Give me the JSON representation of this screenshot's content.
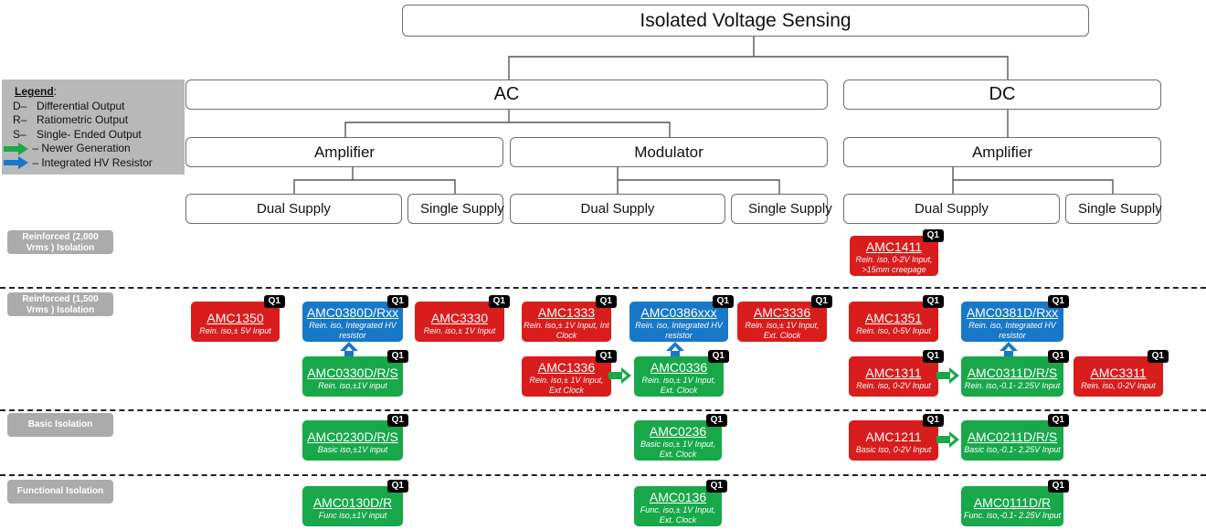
{
  "title": "Isolated Voltage Sensing",
  "level1": {
    "ac": "AC",
    "dc": "DC"
  },
  "level2": {
    "ac_amplifier": "Amplifier",
    "ac_modulator": "Modulator",
    "dc_amplifier": "Amplifier"
  },
  "level3": {
    "ac_amp_dual": "Dual Supply",
    "ac_amp_single": "Single Supply",
    "ac_mod_dual": "Dual Supply",
    "ac_mod_single": "Single Supply",
    "dc_amp_dual": "Dual Supply",
    "dc_amp_single": "Single Supply"
  },
  "legend": {
    "title": "Legend",
    "colon": ":",
    "d_key": "D–",
    "d_text": "Differential Output",
    "r_key": "R–",
    "r_text": "Ratiometric Output",
    "s_key": "S–",
    "s_text": "Single- Ended Output",
    "green_text": "–      Newer Generation",
    "blue_text": "–     Integrated HV Resistor"
  },
  "rows": {
    "reinforced_2000": "Reinforced (2,000 Vrms ) Isolation",
    "reinforced_1500": "Reinforced (1,500 Vrms ) Isolation",
    "basic": "Basic Isolation",
    "functional": "Functional Isolation"
  },
  "badge": "Q1",
  "colors": {
    "red": "#d91c1c",
    "blue": "#1878c8",
    "green": "#18a84a"
  },
  "devices": {
    "amc1411": {
      "name": "AMC1411",
      "desc": "Rein. iso, 0-2V Input, >15mm creepage"
    },
    "amc1350": {
      "name": "AMC1350",
      "desc": "Rein. iso,± 5V Input"
    },
    "amc0380": {
      "name": "AMC0380D/Rxx",
      "desc": "Rein. iso, Integrated HV resistor"
    },
    "amc3330": {
      "name": "AMC3330",
      "desc": "Rein. iso,± 1V Input"
    },
    "amc1333": {
      "name": "AMC1333",
      "desc": "Rein. iso,± 1V Input, Int Clock"
    },
    "amc0386": {
      "name": "AMC0386xxx",
      "desc": "Rein. iso, Integrated HV resistor"
    },
    "amc3336": {
      "name": "AMC3336",
      "desc": "Rein. iso,± 1V Input, Ext. Clock"
    },
    "amc1351": {
      "name": "AMC1351",
      "desc": "Rein. iso, 0-5V Input"
    },
    "amc0381": {
      "name": "AMC0381D/Rxx",
      "desc": "Rein. iso, Integrated HV resistor"
    },
    "amc0330": {
      "name": "AMC0330D/R/S",
      "desc": "Rein. iso,±1V input"
    },
    "amc1336": {
      "name": "AMC1336",
      "desc": "Rein. iso,± 1V Input, Ext Clock"
    },
    "amc0336": {
      "name": "AMC0336",
      "desc": "Rein. iso,± 1V Input, Ext. Clock"
    },
    "amc1311": {
      "name": "AMC1311",
      "desc": "Rein. iso, 0-2V Input"
    },
    "amc0311": {
      "name": "AMC0311D/R/S",
      "desc": "Rein. iso,-0.1- 2.25V Input"
    },
    "amc3311": {
      "name": "AMC3311",
      "desc": "Rein. iso, 0-2V Input"
    },
    "amc0230": {
      "name": "AMC0230D/R/S",
      "desc": "Basic iso,±1V input"
    },
    "amc0236": {
      "name": "AMC0236",
      "desc": "Basic iso,± 1V Input, Ext. Clock"
    },
    "amc1211": {
      "name": "AMC1211",
      "desc": "Basic iso, 0-2V Input"
    },
    "amc0211": {
      "name": "AMC0211D/R/S",
      "desc": "Basic iso,-0.1- 2.25V Input"
    },
    "amc0130": {
      "name": "AMC0130D/R",
      "desc": "Func iso,±1V input"
    },
    "amc0136": {
      "name": "AMC0136",
      "desc": "Func. iso,± 1V Input, Ext. Clock"
    },
    "amc0111": {
      "name": "AMC0111D/R",
      "desc": "Func. iso,-0.1- 2.25V Input"
    }
  }
}
